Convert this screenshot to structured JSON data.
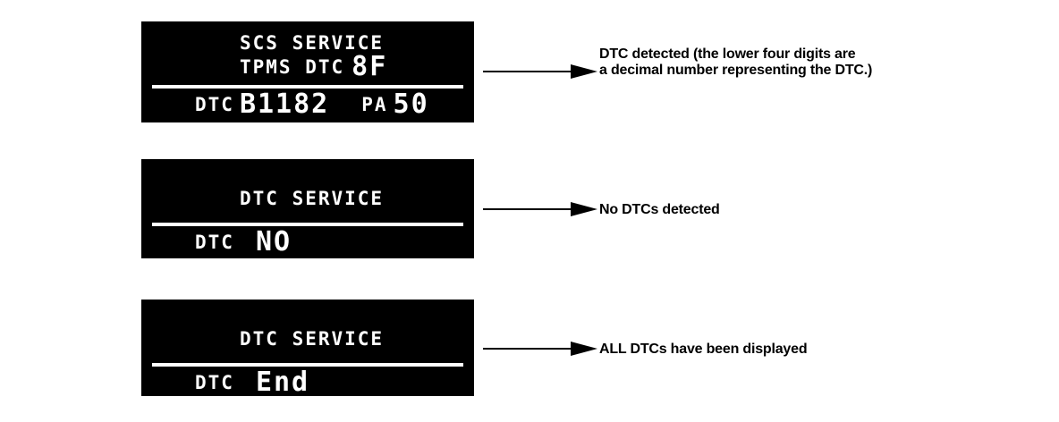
{
  "colors": {
    "background": "#ffffff",
    "display_background": "#000000",
    "display_text": "#ffffff",
    "annotation_text": "#000000",
    "arrow": "#000000"
  },
  "rows": [
    {
      "display": {
        "title": "SCS SERVICE",
        "subtitle_label": "TPMS DTC",
        "subtitle_value": "8F",
        "readout_label": "DTC",
        "readout_value": "B1182",
        "readout_label2": "PA",
        "readout_value2": "50"
      },
      "annotation_line1": "DTC detected (the lower four digits are",
      "annotation_line2": "a decimal number representing the DTC.)"
    },
    {
      "display": {
        "title": "DTC SERVICE",
        "readout_label": "DTC",
        "readout_value": "NO"
      },
      "annotation_line1": "No DTCs detected"
    },
    {
      "display": {
        "title": "DTC SERVICE",
        "readout_label": "DTC",
        "readout_value": "End"
      },
      "annotation_line1": "ALL DTCs have been displayed"
    }
  ]
}
